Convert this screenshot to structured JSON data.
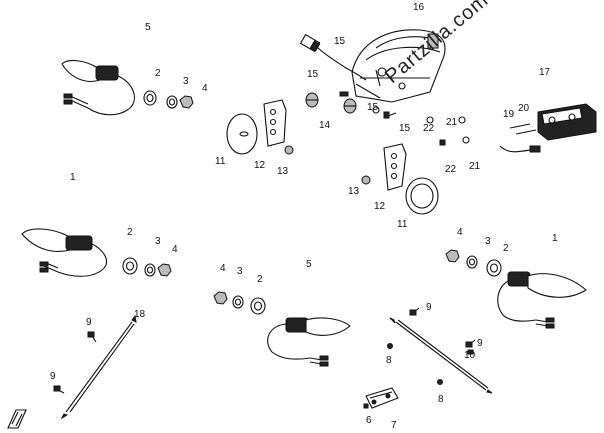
{
  "watermark": "Partzilla.com",
  "callouts": [
    {
      "id": "c16",
      "text": "16"
    },
    {
      "id": "c5a",
      "text": "5"
    },
    {
      "id": "c15a",
      "text": "15"
    },
    {
      "id": "c15b",
      "text": "15"
    },
    {
      "id": "c15c",
      "text": "15"
    },
    {
      "id": "c15d",
      "text": "15"
    },
    {
      "id": "c2a",
      "text": "2"
    },
    {
      "id": "c3a",
      "text": "3"
    },
    {
      "id": "c4a",
      "text": "4"
    },
    {
      "id": "c17",
      "text": "17"
    },
    {
      "id": "c19",
      "text": "19"
    },
    {
      "id": "c20",
      "text": "20"
    },
    {
      "id": "c14",
      "text": "14"
    },
    {
      "id": "c22a",
      "text": "22"
    },
    {
      "id": "c21a",
      "text": "21"
    },
    {
      "id": "c22b",
      "text": "22"
    },
    {
      "id": "c21b",
      "text": "21"
    },
    {
      "id": "c11a",
      "text": "11"
    },
    {
      "id": "c12a",
      "text": "12"
    },
    {
      "id": "c13a",
      "text": "13"
    },
    {
      "id": "c1a",
      "text": "1"
    },
    {
      "id": "c13b",
      "text": "13"
    },
    {
      "id": "c12b",
      "text": "12"
    },
    {
      "id": "c11b",
      "text": "11"
    },
    {
      "id": "c2b",
      "text": "2"
    },
    {
      "id": "c3b",
      "text": "3"
    },
    {
      "id": "c4b",
      "text": "4"
    },
    {
      "id": "c4c",
      "text": "4"
    },
    {
      "id": "c3c",
      "text": "3"
    },
    {
      "id": "c2c",
      "text": "2"
    },
    {
      "id": "c5b",
      "text": "5"
    },
    {
      "id": "c4d",
      "text": "4"
    },
    {
      "id": "c3d",
      "text": "3"
    },
    {
      "id": "c2d",
      "text": "2"
    },
    {
      "id": "c1b",
      "text": "1"
    },
    {
      "id": "c9a",
      "text": "9"
    },
    {
      "id": "c18",
      "text": "18"
    },
    {
      "id": "c9b",
      "text": "9"
    },
    {
      "id": "c9c",
      "text": "9"
    },
    {
      "id": "c9d",
      "text": "9"
    },
    {
      "id": "c8a",
      "text": "8"
    },
    {
      "id": "c10",
      "text": "10"
    },
    {
      "id": "c8b",
      "text": "8"
    },
    {
      "id": "c6",
      "text": "6"
    },
    {
      "id": "c7",
      "text": "7"
    }
  ]
}
